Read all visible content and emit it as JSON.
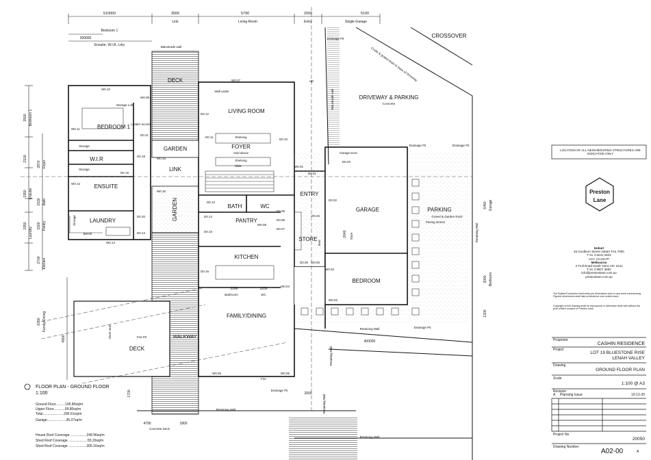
{
  "title_block": {
    "notice": "LOCATION OF ALL NEIGHBOURING STRUCTURES ARE INDICATIVE ONLY",
    "logo_line1": "Preston",
    "logo_line2": "Lane",
    "offices": [
      "Hobart",
      "45 Goulburn Street Hobart TAS 7000",
      "T 61 3 6231 2923",
      "ACC CC1017P",
      "Melbourne",
      "3 Troll Road South Yarra VIC 3141",
      "T 61 3 9827 3582",
      "info@prestonlane.com.au",
      "prestonlane.com.au"
    ],
    "disclaimer": "The Builder/Contractor shall verify job dimensions prior to any work commencing. Figured dimensions shall take precedence over scaled work.",
    "copyright": "Copyright of this drawing shall be reproduced or otherwise dealt with without the prior written consent of Preston Lane.",
    "proprietor_label": "Proprietor",
    "proprietor": "CASHIN RESIDENCE",
    "project_label": "Project",
    "project_line1": "LOT 19 BLUESTONE RISE",
    "project_line2": "LENAH VALLEY",
    "drawing_label": "Drawing",
    "drawing": "GROUND FLOOR PLAN",
    "scale_label": "Scale",
    "scale": "1:100 @ A3",
    "revision_label": "Revision",
    "revision_letter": "A",
    "revision_desc": "Planning Issue",
    "revision_date": "10-12-20",
    "project_no_label": "Project No",
    "project_no": "20050",
    "drawing_number_label": "Drawing Number",
    "drawing_number": "A02-00",
    "drawing_rev": "A"
  },
  "plan": {
    "plan_title": "FLOOR PLAN - GROUND FLOOR",
    "plan_scale": "1:100",
    "rooms": {
      "bedroom1": "BEDROOM 1",
      "wir": "W.I.R",
      "ensuite": "ENSUITE",
      "laundry": "LAUNDRY",
      "deck_top": "DECK",
      "garden_top": "GARDEN",
      "link": "LINK",
      "garden_left": "GARDEN",
      "living": "LIVING ROOM",
      "foyer": "FOYER",
      "bath": "BATH",
      "wc": "WC",
      "pantry": "PANTRY",
      "kitchen": "KITCHEN",
      "family": "FAMILY/DINING",
      "deck_bottom": "DECK",
      "walkway": "WALKWAY",
      "entry": "ENTRY",
      "store": "STORE",
      "garage": "GARAGE",
      "bedroom": "BEDROOM",
      "parking": "PARKING",
      "driveway": "DRIVEWAY & PARKING",
      "crossover": "CROSSOVER"
    },
    "labels": {
      "storage_loft": "Storage Loft",
      "ladder_access": "Ladder access",
      "storage1": "Storage",
      "storage2": "Storage",
      "storage3": "Storage",
      "bench": "Bench",
      "balustrade_top": "Balustrade wall",
      "balustrade_right": "Balustrade wall",
      "wall_under": "Wall under",
      "shelving1": "Shelving",
      "shelving2": "Shelving",
      "void_above": "Void above",
      "slide": "Slide",
      "store_seat": "Store seat",
      "fire_pit": "Fire Pit",
      "fire": "Fire",
      "bathroom_dim": "Bathroom",
      "wc_dim": "WC",
      "concrete": "Concrete",
      "crude_grate": "Crude & grated drain to base of Driveway",
      "garage_door": "Garage Door",
      "gravel": "Gravel & Garden Rock",
      "paving": "Paving stones",
      "seat": "Seat",
      "store_small": "Store",
      "retaining1": "Retaining Wall",
      "retaining2": "Retaining Wall",
      "retaining3": "Retaining Wall",
      "retaining4": "Retaining Wall",
      "retaining5": "Retaining Wall",
      "retaining6": "Retaining Wall",
      "concrete_deck": "Concrete Deck",
      "drainage1": "Drainage Pit",
      "drainage2": "Drainage Pit",
      "drainage3": "Drainage Pit",
      "drainage4": "Drainage Pit",
      "drainage5": "Drainage Pit",
      "wo10": "W0.10",
      "wo09": "W0.09",
      "wo11": "W0.11",
      "wo21": "D0.21",
      "wo18": "D0.18",
      "wo19": "D0.19",
      "wo12": "W0.12",
      "wo20": "D0.20",
      "wo13": "D0.13",
      "wo14": "W0.14",
      "wo16": "W0.16",
      "wo15": "W0.15",
      "wo07": "W0.07",
      "d012": "D0.12",
      "d011": "D0.11",
      "d010": "D0.10",
      "w001": "W0.01",
      "d001": "D0.01",
      "d013": "D0.13",
      "d014": "D0.14",
      "d015": "D0.15",
      "d009": "D0.09",
      "d008": "D0.08",
      "d007": "D0.07",
      "d002": "D0.02",
      "d004": "D0.04",
      "d006": "D0.06",
      "d005": "D0.05",
      "w004": "W0.04",
      "w002": "W0.02",
      "w003": "W0.03",
      "d016": "D0.16",
      "w006": "W0.06",
      "w005": "W0.05",
      "d003": "D0.03",
      "w008": "W0.08"
    },
    "dims_top": [
      "510000",
      "3000",
      "5790",
      "2000",
      "5100"
    ],
    "dims_top_labels": [
      "Link",
      "Living Room",
      "Entry",
      "Single Garage"
    ],
    "dims_bed": [
      "Bedroom 1",
      "399000",
      "Ensuite, W.I.R, Ldry"
    ],
    "dims_left": [
      "3500",
      "2100",
      "1950",
      "1530",
      "2870",
      "1950",
      "1500",
      "2700",
      "6390",
      "4900",
      "1700"
    ],
    "dims_left_labels": [
      "Bedroom 1",
      "Foyer",
      "Ensuite",
      "Bath",
      "Laundry",
      "Pantry",
      "Kitchen",
      "Family/Dining"
    ],
    "dims_right": [
      "6450",
      "3000",
      "1300",
      "2640"
    ],
    "dims_right_labels": [
      "Garage",
      "Bedroom",
      "Store"
    ],
    "dims_bottom": [
      "4790",
      "1800",
      "2000",
      "400000",
      "2260",
      "1200"
    ],
    "areas": [
      "Ground Floor..........195.80sq/m",
      "Upper Floor............99.80sq/m",
      "Total......................295.61sq/m",
      "Garage....................36.37sq/m"
    ],
    "coverage": [
      "House Roof Coverage .................249.96sq/m",
      "Shed Roof Coverage ....................55.20sq/m",
      "Shed Roof Coverage ...................305.16sq/m"
    ],
    "up_label": "up"
  }
}
